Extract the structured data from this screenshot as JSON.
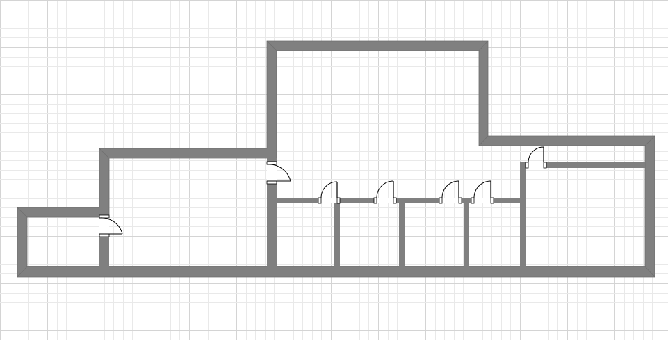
{
  "diagram": {
    "type": "floor-plan",
    "colors": {
      "background": "#ffffff",
      "grid_minor": "#e9e9e9",
      "grid_major": "#d4d4d4",
      "wall": "#808080",
      "wall_edge": "#6e6e6e",
      "door_frame": "#ffffff",
      "door_line": "#000000"
    },
    "components": {
      "exterior_wall": "exterior-wall",
      "interior_walls": [
        "corridor-wall",
        "partition-wall-1",
        "partition-wall-2",
        "partition-wall-3",
        "partition-wall-4",
        "partition-wall-5",
        "partition-wall-6",
        "partition-wall-7"
      ],
      "doors": [
        "door-1",
        "door-2",
        "door-3",
        "door-4",
        "door-5",
        "door-6",
        "door-7"
      ]
    }
  }
}
